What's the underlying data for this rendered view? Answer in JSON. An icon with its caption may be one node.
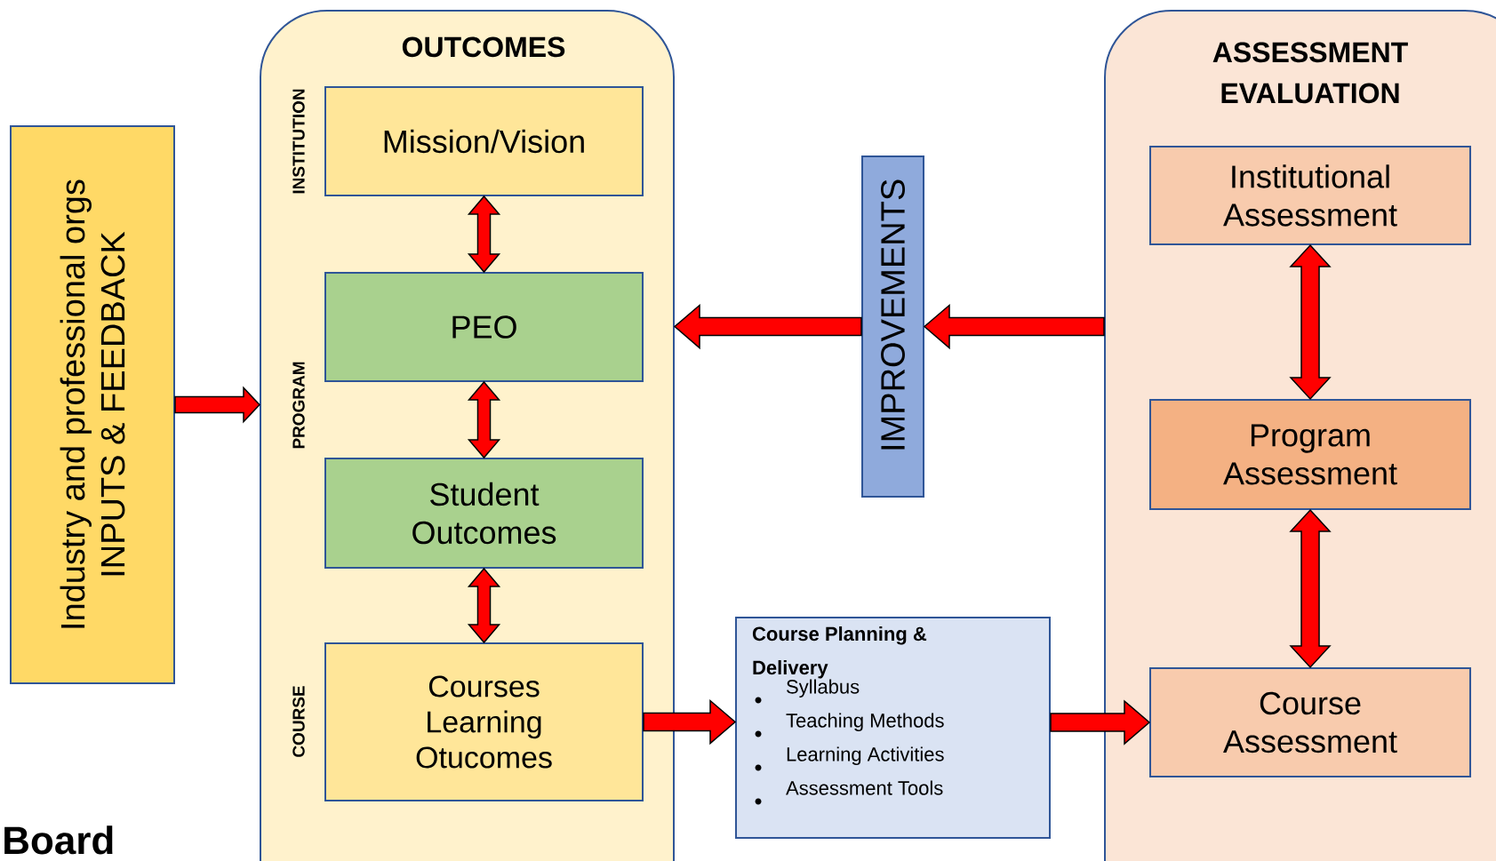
{
  "diagram": {
    "nodes": [
      {
        "text": [
          "Industry and professional orgs",
          "INPUTS & FEEDBACK"
        ]
      },
      {
        "text": [
          "OUTCOMES"
        ]
      },
      {
        "text": [
          "Mission/Vision"
        ],
        "in": 1
      },
      {
        "text": [
          "PEO"
        ],
        "in": 1
      },
      {
        "text": [
          "Student Outcomes"
        ],
        "in": 1
      },
      {
        "text": [
          "Courses Learning Otucomes"
        ],
        "in": 1
      },
      {
        "text": [
          "IMPROVEMENTS"
        ]
      },
      {
        "text": [
          "Course Planning & Delivery",
          "Syllabus",
          "Teaching Methods",
          "Learning Activities",
          "Assessment Tools"
        ]
      },
      {
        "text": [
          "ASSESSMENT EVALUATION"
        ]
      },
      {
        "text": [
          "Institutional Assessment"
        ],
        "in": 8
      },
      {
        "text": [
          "Program Assessment"
        ],
        "in": 8
      },
      {
        "text": [
          "Course Assessment"
        ],
        "in": 8
      }
    ],
    "edges": [
      {
        "from": 0,
        "to": 1,
        "arrow": "to"
      },
      {
        "from": 2,
        "to": 3,
        "arrow": "both"
      },
      {
        "from": 3,
        "to": 4,
        "arrow": "both"
      },
      {
        "from": 4,
        "to": 5,
        "arrow": "both"
      },
      {
        "from": 5,
        "to": 7,
        "arrow": "to"
      },
      {
        "from": 7,
        "to": 11,
        "arrow": "to"
      },
      {
        "from": 9,
        "to": 10,
        "arrow": "both"
      },
      {
        "from": 10,
        "to": 11,
        "arrow": "both"
      },
      {
        "from": 8,
        "to": 6,
        "arrow": "to"
      },
      {
        "from": 6,
        "to": 1,
        "arrow": "to"
      }
    ],
    "labels": [
      "INSTITUTION",
      "PROGRAM",
      "COURSE",
      "Board"
    ]
  }
}
